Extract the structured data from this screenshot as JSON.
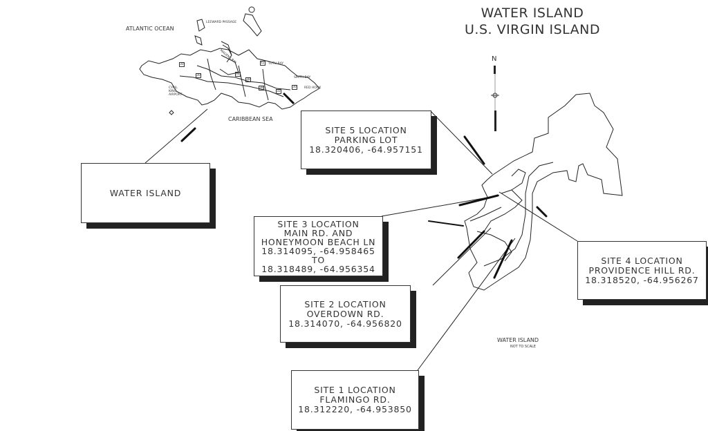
{
  "title": {
    "line1": "WATER ISLAND",
    "line2": "U.S. VIRGIN ISLAND"
  },
  "north_label": "N",
  "inset": {
    "atlantic": "ATLANTIC OCEAN",
    "caribbean": "CARIBBEAN SEA",
    "leeward": "LEEWARD PASSAGE",
    "magens": "MAGENS BAY",
    "tutu": "TUTU BAY",
    "smith": "SMITH BAY",
    "redhook": "RED HOOK",
    "airport": "CYRIL KING AIRPORT",
    "routes": [
      "30",
      "30",
      "38",
      "38",
      "42",
      "38",
      "32",
      "30"
    ]
  },
  "water_island_box": "WATER ISLAND",
  "sites": {
    "site5": {
      "name": "SITE 5 LOCATION",
      "road": "PARKING LOT",
      "coords": "18.320406, -64.957151"
    },
    "site3": {
      "name": "SITE 3 LOCATION",
      "road1": "MAIN RD. AND",
      "road2": "HONEYMOON BEACH LN",
      "from": "18.314095, -64.958465",
      "to_label": "TO",
      "to": "18.318489, -64.956354"
    },
    "site2": {
      "name": "SITE 2 LOCATION",
      "road": "OVERDOWN RD.",
      "coords": "18.314070, -64.956820"
    },
    "site4": {
      "name": "SITE 4 LOCATION",
      "road": "PROVIDENCE HILL RD.",
      "coords": "18.318520, -64.956267"
    },
    "site1": {
      "name": "SITE 1 LOCATION",
      "road": "FLAMINGO RD.",
      "coords": "18.312220, -64.953850"
    }
  },
  "scale_note": {
    "name": "WATER ISLAND",
    "note": "NOT TO SCALE"
  }
}
